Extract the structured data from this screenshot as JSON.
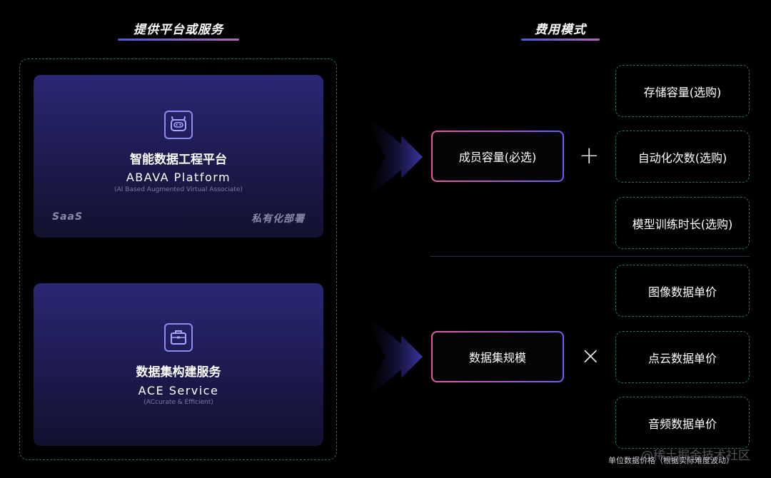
{
  "headings": {
    "left": "提供平台或服务",
    "right": "费用模式"
  },
  "cards": [
    {
      "title": "智能数据工程平台",
      "subtitle": "ABAVA Platform",
      "note": "(AI Based Augmented Virtual Associate)",
      "icon": "robot-icon",
      "tag_left": "SaaS",
      "tag_right": "私有化部署"
    },
    {
      "title": "数据集构建服务",
      "subtitle": "ACE Service",
      "note": "(ACcurate & Efficient)",
      "icon": "briefcase-icon"
    }
  ],
  "pricing": {
    "base_1": "成员容量(必选)",
    "operator_1": "+",
    "options_1": [
      "存储容量(选购)",
      "自动化次数(选购)",
      "模型训练时长(选购)"
    ],
    "base_2": "数据集规模",
    "operator_2": "×",
    "options_2": [
      "图像数据单价",
      "点云数据单价",
      "音频数据单价"
    ]
  },
  "footnote": "单位数据价格（根据实际难度波动）",
  "watermark": "@稀土掘金技术社区",
  "colors": {
    "background": "#000000",
    "card": "#2a2774",
    "accent_pink": "#e35a9a",
    "accent_purple": "#6b5df0",
    "dashed_border": "#2c6d66"
  }
}
